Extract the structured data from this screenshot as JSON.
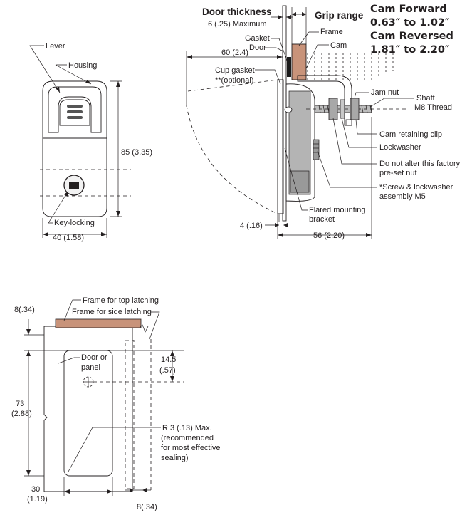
{
  "colors": {
    "housing_light": "#dcdcdc",
    "housing_dark": "#8a8a8a",
    "frame": "#c8937a",
    "panel": "#ddd8c4",
    "line": "#231f20"
  },
  "front_view": {
    "lever": "Lever",
    "housing": "Housing",
    "key_locking": "Key-locking",
    "height_dim": "85 (3.35)",
    "width_dim": "40 (1.58)"
  },
  "side_view": {
    "door_thickness": "Door thickness",
    "door_thickness_max": "6 (.25) Maximum",
    "grip_range": "Grip range",
    "gasket": "Gasket",
    "door": "Door",
    "frame": "Frame",
    "cam": "Cam",
    "dim_60": "60 (2.4)",
    "cup_gasket": "Cup gasket",
    "cup_gasket_optional": "**(optional)",
    "jam_nut": "Jam nut",
    "shaft": "Shaft",
    "m8_thread": "M8 Thread",
    "cam_retaining_clip": "Cam retaining clip",
    "lockwasher": "Lockwasher",
    "do_not_alter_1": "Do not alter this factory",
    "do_not_alter_2": "pre-set nut",
    "screw_1": "*Screw & lockwasher",
    "screw_2": "assembly M5",
    "flared_1": "Flared mounting",
    "flared_2": "bracket",
    "dim_4": "4 (.16)",
    "dim_56": "56 (2.20)"
  },
  "cam_ranges": {
    "forward_label": "Cam Forward",
    "forward_range": "0.63″ to 1.02″",
    "reversed_label": "Cam Reversed",
    "reversed_range": "1.81″ to 2.20″"
  },
  "cutout_view": {
    "dim_8_top": "8(.34)",
    "frame_top": "Frame for top latching",
    "frame_side": "Frame for side latching",
    "door_or": "Door or",
    "panel": "panel",
    "dim_14_5": "14.5",
    "dim_14_5_in": "(.57)",
    "dim_73": "73",
    "dim_73_in": "(2.88)",
    "radius_1": "R 3 (.13) Max.",
    "radius_2": "(recommended",
    "radius_3": "for most effective",
    "radius_4": "sealing)",
    "dim_30": "30",
    "dim_30_in": "(1.19)",
    "dim_8_bottom": "8(.34)"
  }
}
